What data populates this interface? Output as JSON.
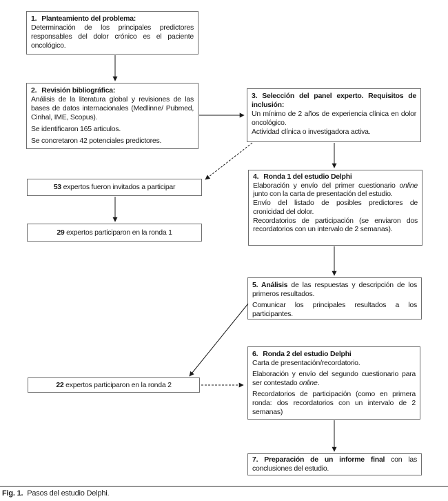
{
  "figure": {
    "caption_bold": "Fig. 1.",
    "caption_text": " Pasos del estudio Delphi.",
    "colors": {
      "background": "#ffffff",
      "box_border": "#6e6e6e",
      "text": "#1a1a1a",
      "arrow": "#1a1a1a"
    }
  },
  "steps": {
    "step1": {
      "num": "1.",
      "title": "Planteamiento del problema:",
      "p1": "Determinación de los principales predictores responsables del dolor crónico es el paciente oncológico."
    },
    "step2": {
      "num": "2.",
      "title": "Revisión bibliográfica:",
      "p1": "Análisis de la literatura global y revisiones de las bases de datos internacionales (Medlinne/ Pubmed, Cinhal, IME, Scopus).",
      "p2": "Se identificaron 165 articulos.",
      "p3": "Se concretaron 42 potenciales predictores."
    },
    "step3": {
      "num": "3.",
      "title": "Selección del panel experto. Requisitos de inclusión:",
      "p1": "Un mínimo de 2 años de experiencia clínica en dolor oncológico.",
      "p2": "Actividad clínica o investigadora activa."
    },
    "step4": {
      "num": "4.",
      "title": "Ronda 1 del estudio Delphi",
      "p1_a": "Elaboración y envío del primer cuestionario ",
      "p1_italic": "online",
      "p1_b": " junto con la carta de presentación del estudio.",
      "p2": "Envío del listado de posibles predictores de cronicidad del dolor.",
      "p3": "Recordatorios de participación (se enviaron dos recordatorios con un intervalo de 2 semanas)."
    },
    "step5": {
      "p1_bold": "5. Análisis",
      "p1_rest": " de las respuestas y descripción de los primeros resultados.",
      "p2": "Comunicar los principales resultados a los participantes."
    },
    "step6": {
      "num": "6.",
      "title": "Ronda 2 del estudio Delphi",
      "p1": "Carta de presentación/recordatorio.",
      "p2_a": "Elaboración y envío del segundo cuestionario para ser contestado ",
      "p2_italic": "online",
      "p2_b": ".",
      "p3": "Recordatorios de participación (como en primera ronda: dos recordatorios con un intervalo de 2 semanas)"
    },
    "step7": {
      "p_bold": "7. Preparación de un informe final",
      "p_rest": " con las conclusiones del estudio."
    }
  },
  "experts": {
    "invited": {
      "number": "53",
      "text": " expertos fueron invitados a participar"
    },
    "round1": {
      "number": "29",
      "text": " expertos participaron en la ronda 1"
    },
    "round2": {
      "number": "22",
      "text": " expertos participaron en la ronda 2"
    }
  }
}
